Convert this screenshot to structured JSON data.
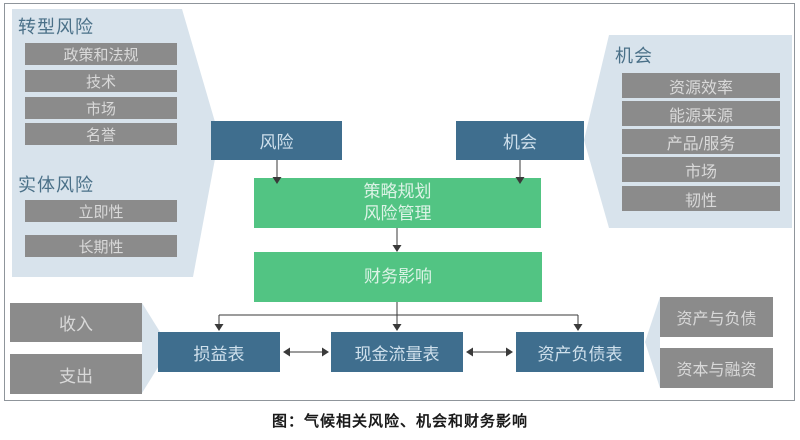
{
  "colors": {
    "panel_blue": "#d8e3ec",
    "box_blue": "#3f6e8e",
    "box_green": "#52c483",
    "box_gray": "#8b8b8b",
    "heading_blue": "#4a7088",
    "line": "#3a3a3a"
  },
  "left_panel": {
    "transition_title": "转型风险",
    "transition_items": [
      "政策和法规",
      "技术",
      "市场",
      "名誉"
    ],
    "physical_title": "实体风险",
    "physical_items": [
      "立即性",
      "长期性"
    ]
  },
  "right_panel": {
    "title": "机会",
    "items": [
      "资源效率",
      "能源来源",
      "产品/服务",
      "市场",
      "韧性"
    ]
  },
  "flow": {
    "risk": "风险",
    "opportunity": "机会",
    "strategy_line1": "策略规划",
    "strategy_line2": "风险管理",
    "financial_impact": "财务影响",
    "income_statement": "损益表",
    "cash_flow_statement": "现金流量表",
    "balance_sheet": "资产负债表"
  },
  "bottom_left_items": [
    "收入",
    "支出"
  ],
  "bottom_right_items": [
    "资产与负债",
    "资本与融资"
  ],
  "caption": "图：气候相关风险、机会和财务影响"
}
